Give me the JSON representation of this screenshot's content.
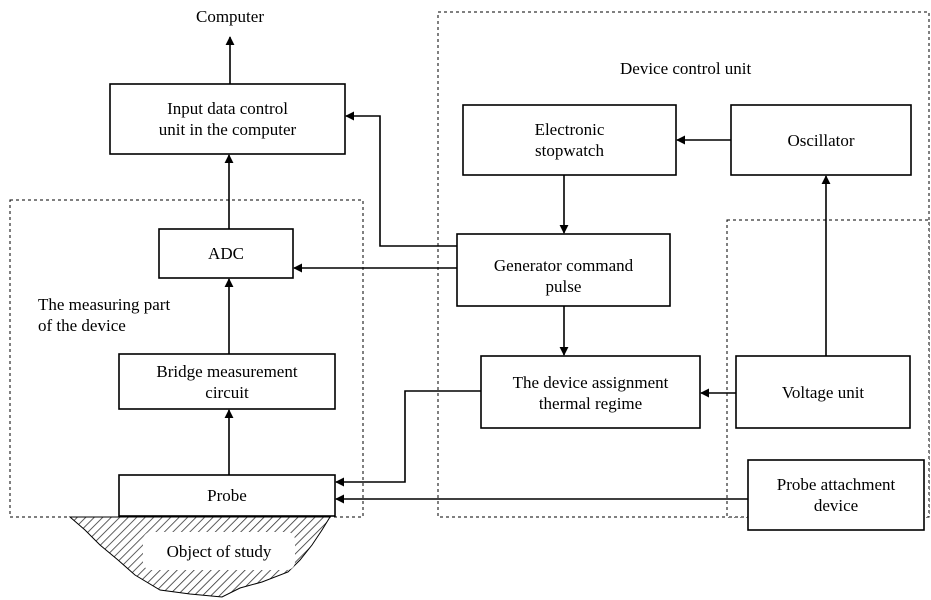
{
  "diagram": {
    "computer": "Computer",
    "input_unit": [
      "Input data control",
      "unit in the computer"
    ],
    "adc": "ADC",
    "measuring_part": [
      "The measuring part",
      "of the device"
    ],
    "bridge": [
      "Bridge measurement",
      "circuit"
    ],
    "probe": "Probe",
    "object": "Object of study",
    "device_control": "Device control unit",
    "stopwatch": [
      "Electronic",
      "stopwatch"
    ],
    "oscillator": "Oscillator",
    "generator": [
      "Generator command",
      "pulse"
    ],
    "thermal": [
      "The device assignment",
      "thermal regime"
    ],
    "voltage": "Voltage unit",
    "attachment": [
      "Probe attachment",
      "device"
    ]
  }
}
